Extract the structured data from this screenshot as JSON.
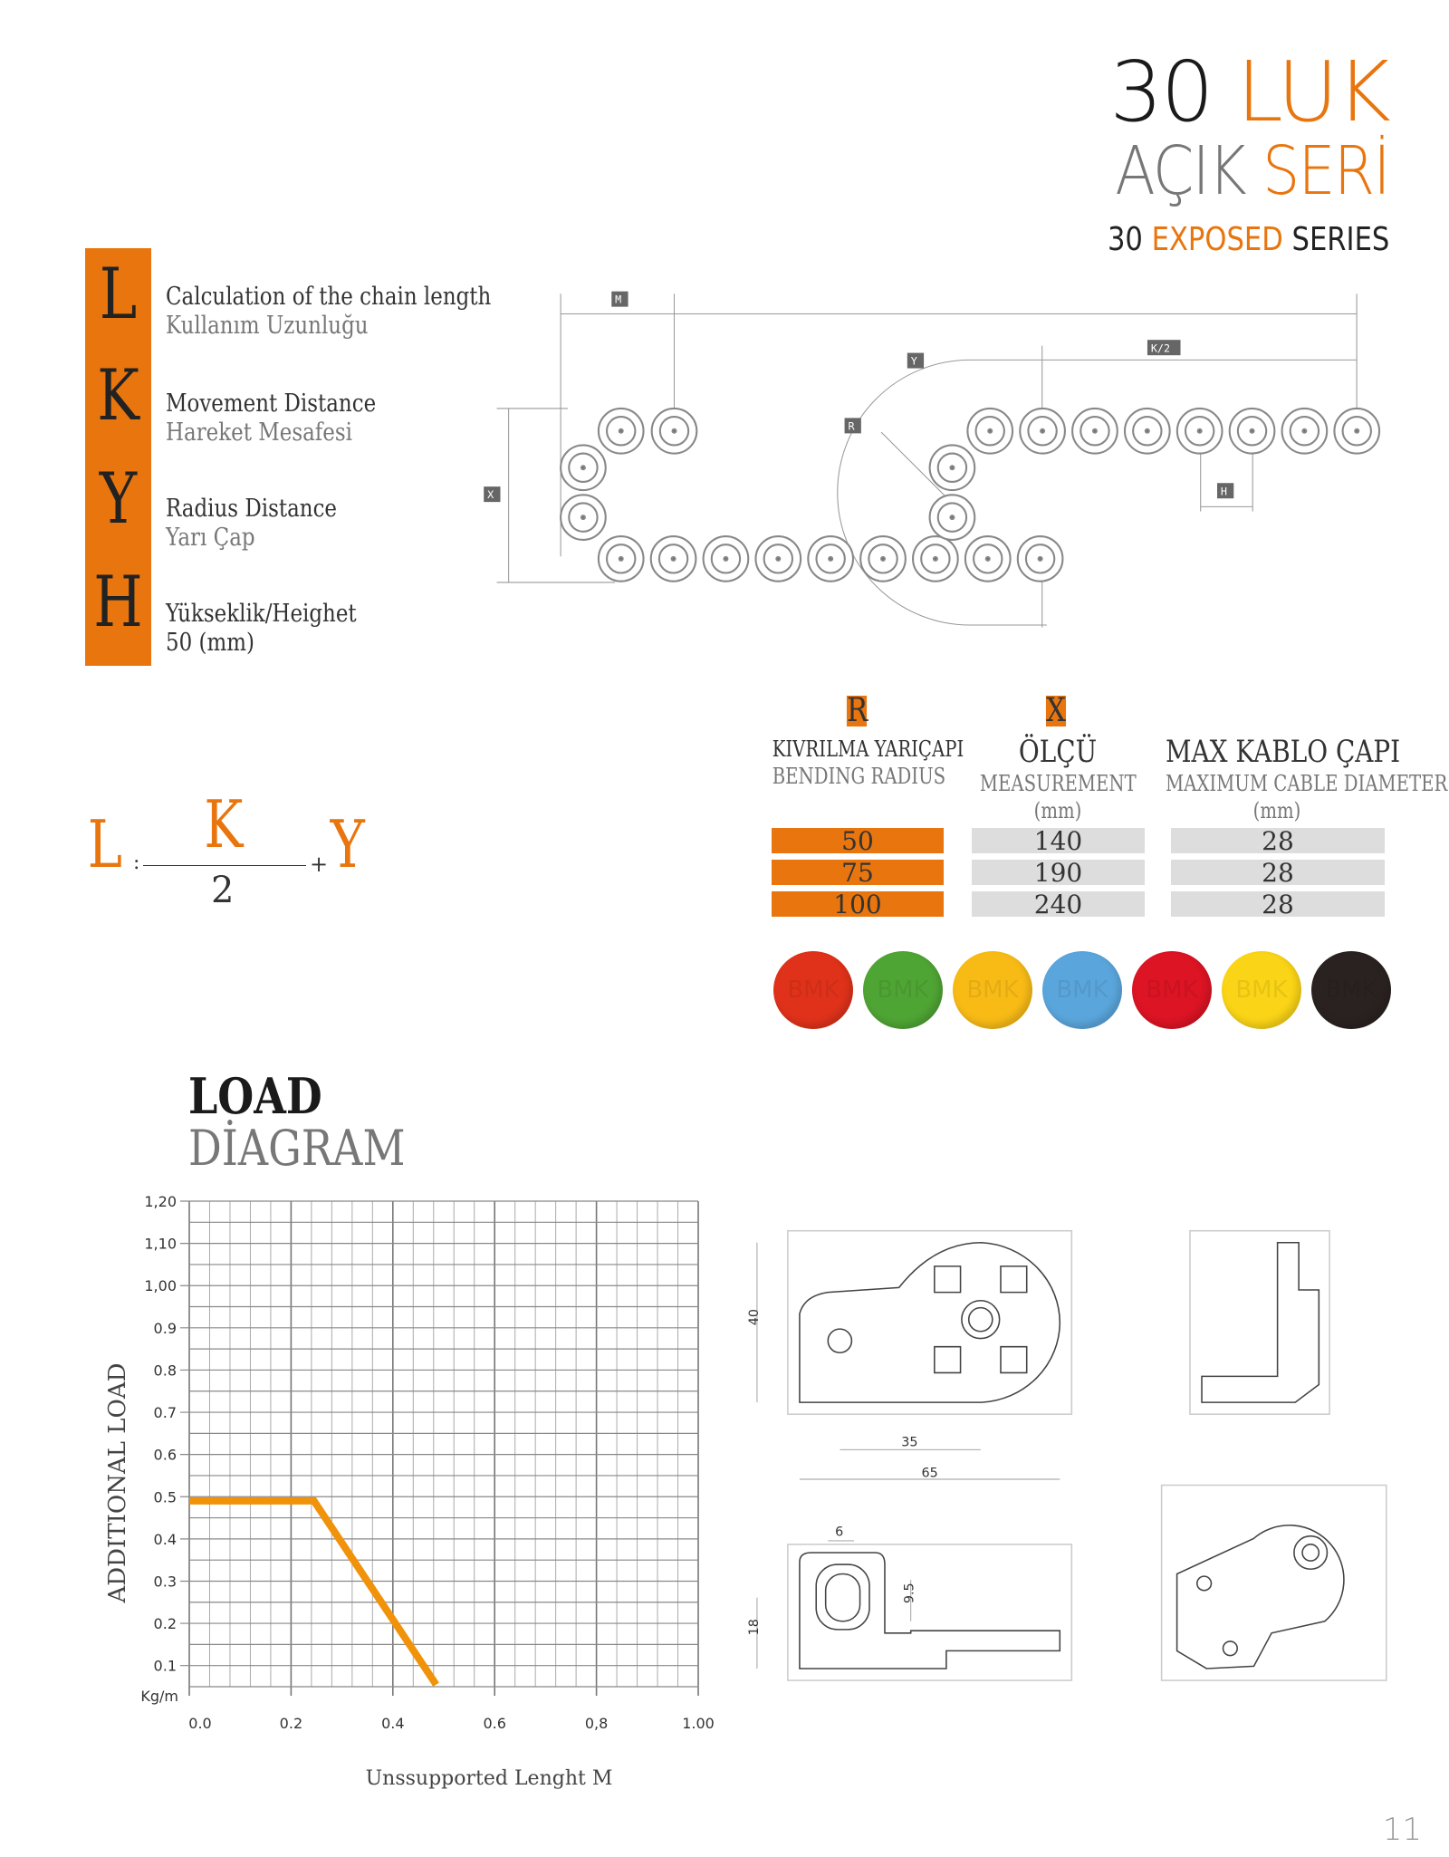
{
  "header": {
    "title_num": "30",
    "title_word": "LUK",
    "subtitle_a": "AÇIK",
    "subtitle_b": "SERİ",
    "series_num": "30",
    "series_mid": "EXPOSED",
    "series_end": "SERIES"
  },
  "legend": {
    "letters": [
      "L",
      "K",
      "Y",
      "H"
    ],
    "items": [
      {
        "en": "Calculation of the chain  length",
        "tr": "Kullanım Uzunluğu"
      },
      {
        "en": "Movement Distance",
        "tr": "Hareket Mesafesi"
      },
      {
        "en": "Radius Distance",
        "tr": "Yarı Çap"
      },
      {
        "en": "Yükseklik/Heighet",
        "tr": "50 (mm)"
      }
    ]
  },
  "diagram_labels": {
    "m": "M",
    "k2": "K/2",
    "y": "Y",
    "r": "R",
    "x": "X",
    "h": "H"
  },
  "formula": {
    "l": "L",
    "colon": ":",
    "k": "K",
    "two": "2",
    "plus": "+",
    "y": "Y"
  },
  "table": {
    "r_letter": "R",
    "x_letter": "X",
    "col1": {
      "tr": "KIVRILMA YARIÇAPI",
      "en": "BENDING RADIUS"
    },
    "col2": {
      "tr": "ÖLÇÜ",
      "en": "MEASUREMENT",
      "unit": "(mm)"
    },
    "col3": {
      "tr": "MAX KABLO ÇAPI",
      "en": "MAXIMUM CABLE DIAMETER",
      "unit": "(mm)"
    },
    "rows": [
      [
        "50",
        "140",
        "28"
      ],
      [
        "75",
        "190",
        "28"
      ],
      [
        "100",
        "240",
        "28"
      ]
    ]
  },
  "colors": {
    "label": "BMK",
    "swatches": [
      "#e0321a",
      "#4fa534",
      "#f8bb16",
      "#5aa6dc",
      "#dc1424",
      "#fad416",
      "#2a2220"
    ],
    "accent": "#e8750e"
  },
  "load": {
    "title1": "LOAD",
    "title2": "DİAGRAM"
  },
  "chart_data": {
    "type": "line",
    "xlabel": "Unssupported Lenght M",
    "ylabel": "ADDITIONAL LOAD",
    "yunit": "Kg/m",
    "xlim": [
      0,
      1.0
    ],
    "ylim": [
      0.05,
      1.2
    ],
    "grid": true,
    "x_ticks": [
      "0.0",
      "0.2",
      "0.4",
      "0.6",
      "0,8",
      "1.00"
    ],
    "x_tick_values": [
      0,
      0.2,
      0.4,
      0.6,
      0.8,
      1.0
    ],
    "y_ticks": [
      "1,20",
      "1,10",
      "1,00",
      "0.9",
      "0.8",
      "0.7",
      "0.6",
      "0.5",
      "0.4",
      "0.3",
      "0.2",
      "0.1"
    ],
    "y_tick_values": [
      1.2,
      1.1,
      1.0,
      0.9,
      0.8,
      0.7,
      0.6,
      0.5,
      0.4,
      0.3,
      0.2,
      0.1
    ],
    "series": [
      {
        "name": "load",
        "color": "#f0920a",
        "x": [
          0,
          0.245,
          0.485
        ],
        "y": [
          0.49,
          0.49,
          0.055
        ]
      }
    ]
  },
  "dims": {
    "d40": "40",
    "d35": "35",
    "d65": "65",
    "d6": "6",
    "d95": "9.5",
    "d18": "18"
  },
  "page_number": "11"
}
